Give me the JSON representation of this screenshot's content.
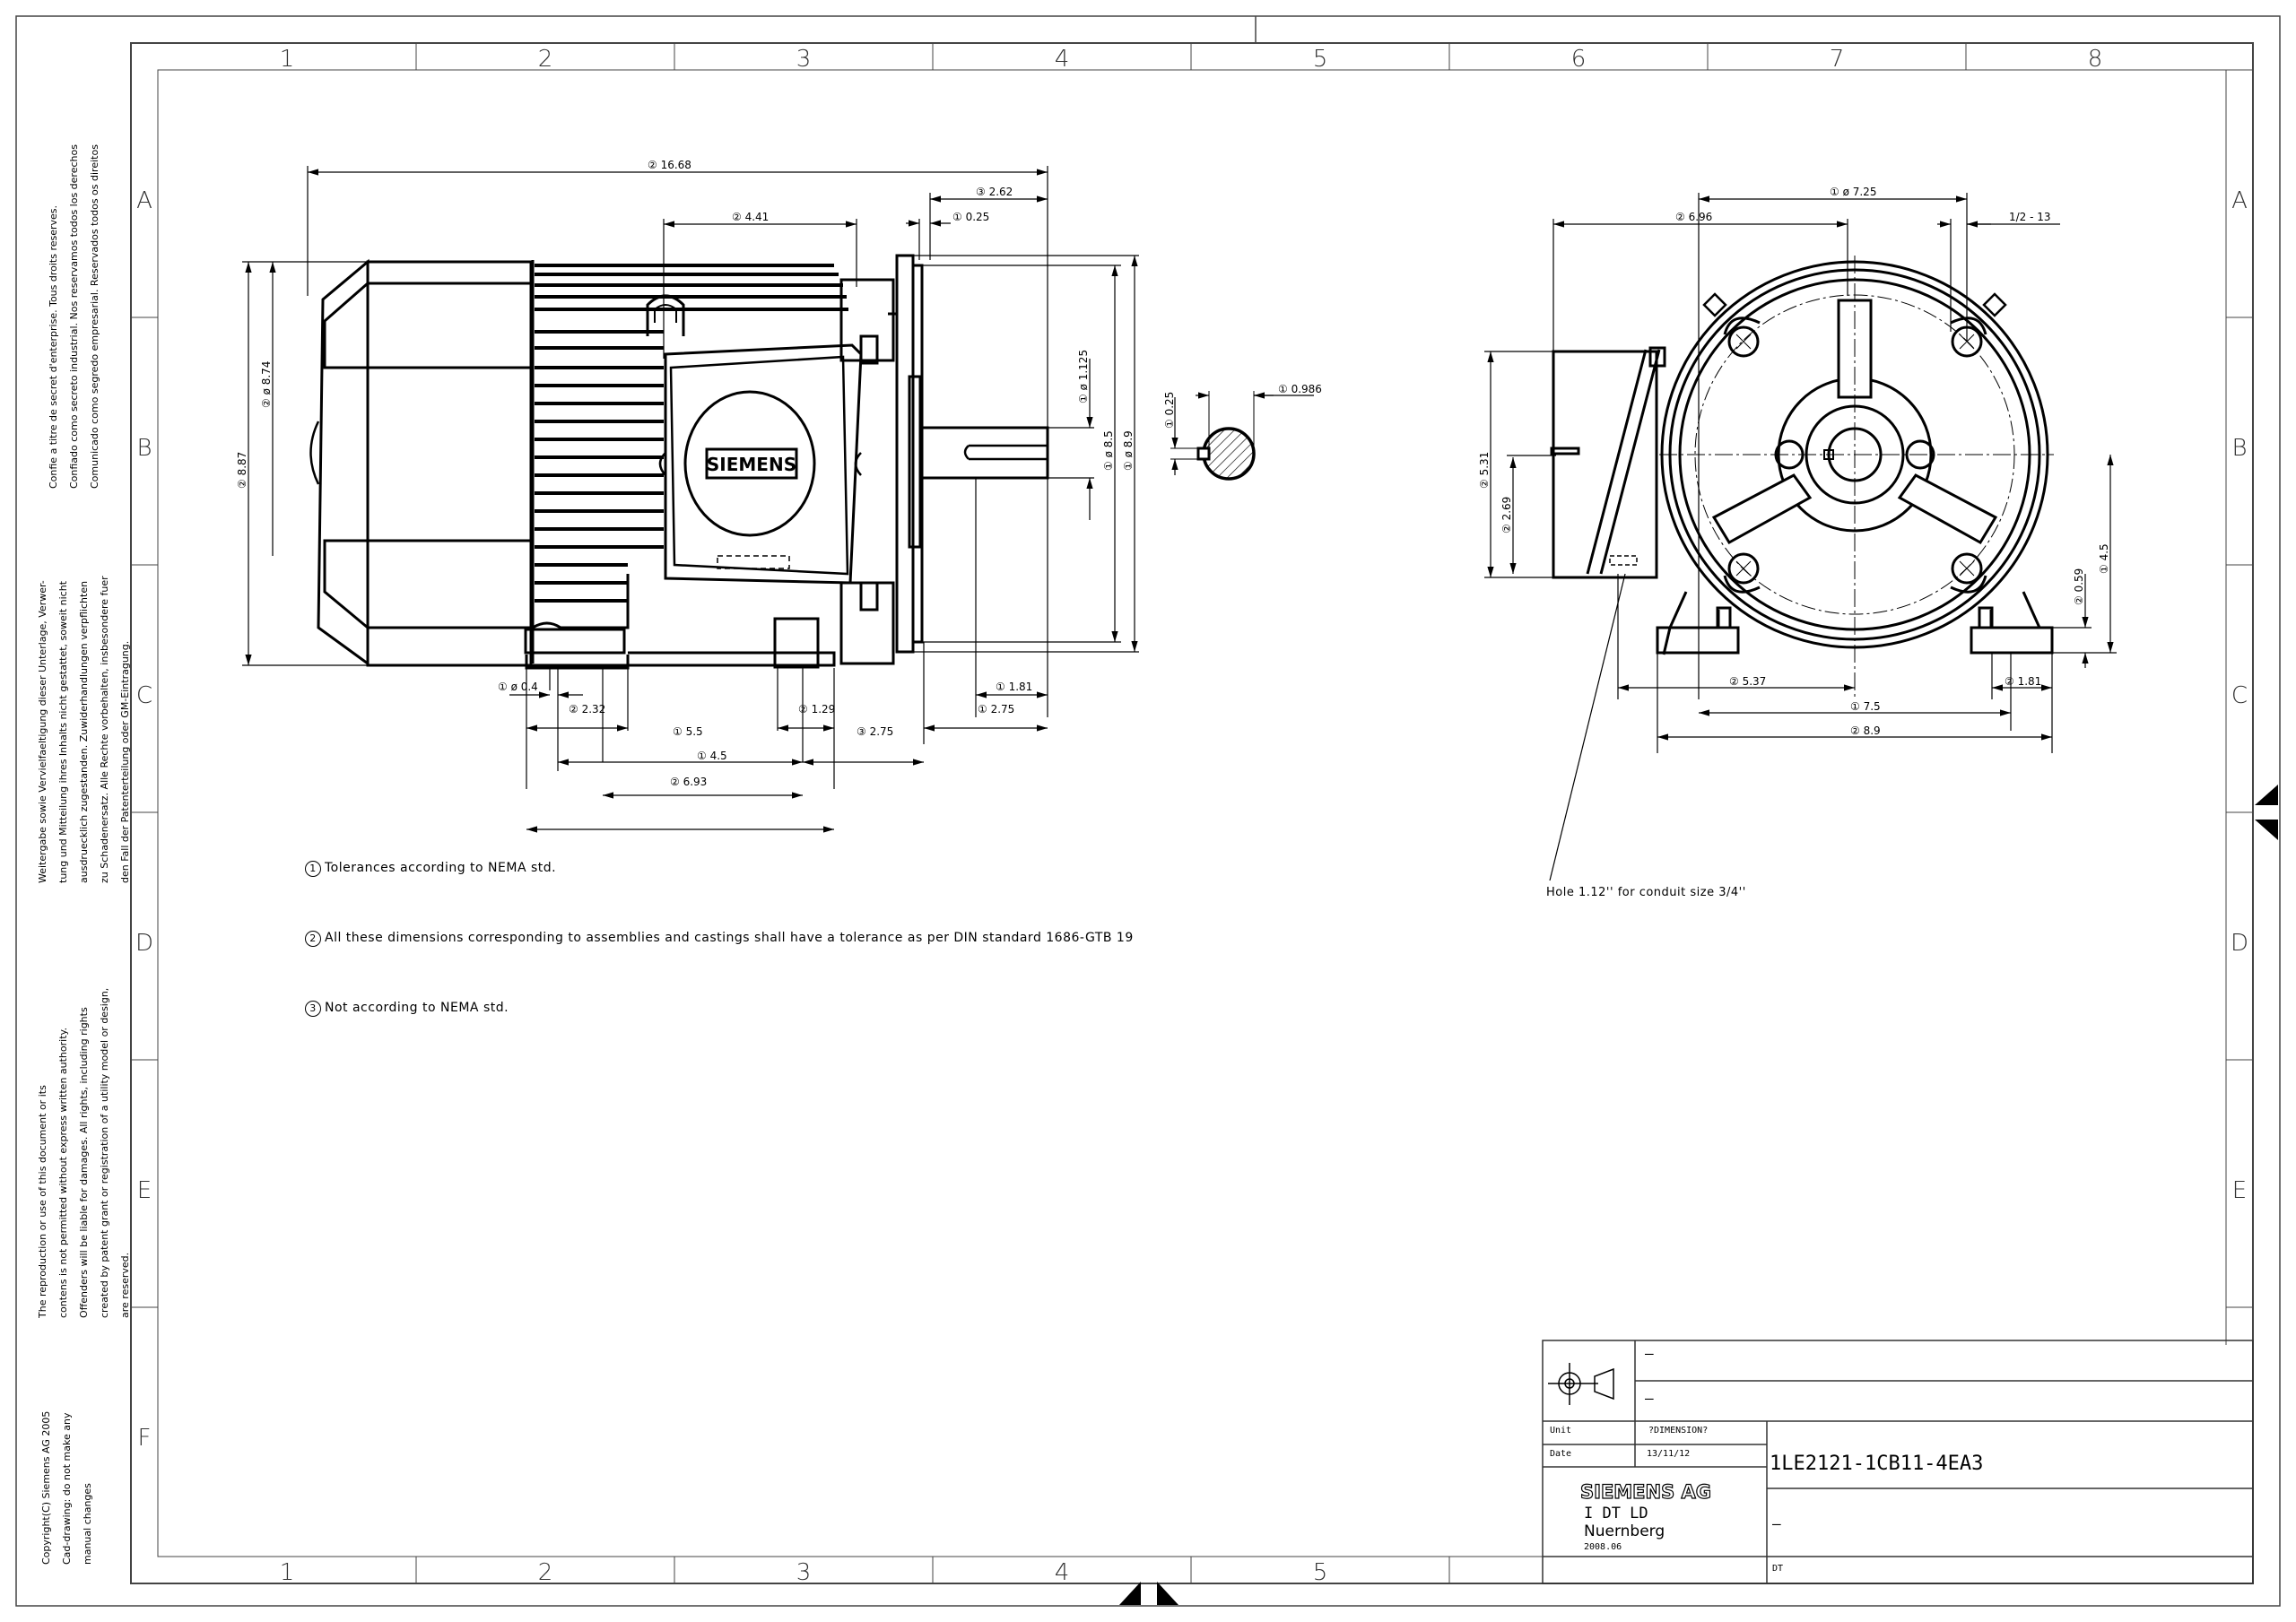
{
  "frame": {
    "columns": [
      "1",
      "2",
      "3",
      "4",
      "5",
      "6",
      "7",
      "8"
    ],
    "rows": [
      "A",
      "B",
      "C",
      "D",
      "E",
      "F"
    ],
    "bottom_columns": [
      "1",
      "2",
      "3",
      "4",
      "5"
    ]
  },
  "legal_notes": {
    "french_spanish_portuguese": [
      "Confie a titre de secret d'enterprise. Tous droits reserves.",
      "Confiado como secreto industrial. Nos reservamos todos los derechos",
      "Comunicado como segredo empresarial. Reservados todos os direitos"
    ],
    "german": [
      "Weitergabe sowie Vervielfaeltigung dieser Unterlage, Verwer-",
      "tung und Mitteilung ihres Inhalts nicht gestattet, soweit nicht",
      "ausdruecklich zugestanden. Zuwiderhandlungen verpflichten",
      "zu Schadenersatz. Alle Rechte vorbehalten, insbesondere fuer",
      "den Fall der Patenterteilung oder GM-Eintragung."
    ],
    "english": [
      "The reproduction or use of this document or its",
      "contens is not permitted without express written authority.",
      "Offenders will be liable for damages. All rights, including rights",
      "created by patent grant or registration of a utility model or design,",
      "are reserved."
    ],
    "copyright": [
      "Copyright(C) Siemens AG 2005",
      "Cad-drawing: do not make any",
      "manual changes"
    ]
  },
  "side_view": {
    "dims": {
      "overall_length": "16.68",
      "terminal_box_length": "4.41",
      "flange_to_shaft": "2.62",
      "flange_thickness": "0.25",
      "height_overall": "8.87",
      "frame_diameter": "ø 8.74",
      "shaft_diameter": "ø 1.125",
      "spigot_diameter": "ø 8.5",
      "flange_diameter": "ø 8.9",
      "foot_hole": "ø 0.4",
      "foot_end": "2.32",
      "foot_span_1": "5.5",
      "foot_span_2": "4.5",
      "foot_length": "6.93",
      "foot_width": "1.29",
      "bolt_to_flange": "2.75",
      "shaft_length": "2.75",
      "key_length": "1.81"
    },
    "tolerance_marks": {
      "overall_length": "2",
      "terminal_box_length": "2",
      "flange_to_shaft": "3",
      "flange_thickness": "1",
      "height_overall": "2",
      "frame_diameter": "2",
      "shaft_diameter": "1",
      "spigot_diameter": "1",
      "flange_diameter": "1",
      "foot_hole": "1",
      "foot_end": "2",
      "foot_span_1": "1",
      "foot_span_2": "1",
      "foot_length": "2",
      "foot_width": "2",
      "bolt_to_flange": "3",
      "shaft_length": "1",
      "key_length": "1"
    },
    "logo": "SIEMENS"
  },
  "shaft_section": {
    "key_height": "0.25",
    "shaft_over_key": "0.986",
    "tolerance_marks": {
      "key_height": "1",
      "shaft_over_key": "1"
    }
  },
  "front_view": {
    "dims": {
      "bolt_circle": "ø 7.25",
      "box_offset": "6.96",
      "thread": "1/2 - 13",
      "box_height": "5.31",
      "box_low": "2.69",
      "shaft_height": "4.5",
      "foot_height": "0.59",
      "box_to_center": "5.37",
      "foot_edge": "1.81",
      "foot_holes_span": "7.5",
      "feet_width": "8.9"
    },
    "tolerance_marks": {
      "bolt_circle": "1",
      "box_offset": "2",
      "box_height": "2",
      "box_low": "2",
      "shaft_height": "1",
      "foot_height": "2",
      "box_to_center": "2",
      "foot_edge": "2",
      "foot_holes_span": "1",
      "feet_width": "2"
    },
    "conduit_note": "Hole 1.12'' for conduit size 3/4''"
  },
  "notes": [
    {
      "mark": "1",
      "text": "Tolerances according to NEMA std."
    },
    {
      "mark": "2",
      "text": "All these dimensions corresponding to assemblies and castings shall have a tolerance as per DIN standard 1686-GTB 19"
    },
    {
      "mark": "3",
      "text": "Not according to NEMA std."
    }
  ],
  "title_block": {
    "symbol": "projection-symbol",
    "field_1": "–",
    "field_2": "–",
    "unit_label": "Unit",
    "unit_value": "?DIMENSION?",
    "date_label": "Date",
    "date_value": "13/11/12",
    "company": "SIEMENS AG",
    "department": "I DT LD",
    "city": "Nuernberg",
    "template_date": "2008.06",
    "drawing_number": "1LE2121-1CB11-4EA3",
    "description": "–",
    "footer_code": "DT"
  }
}
